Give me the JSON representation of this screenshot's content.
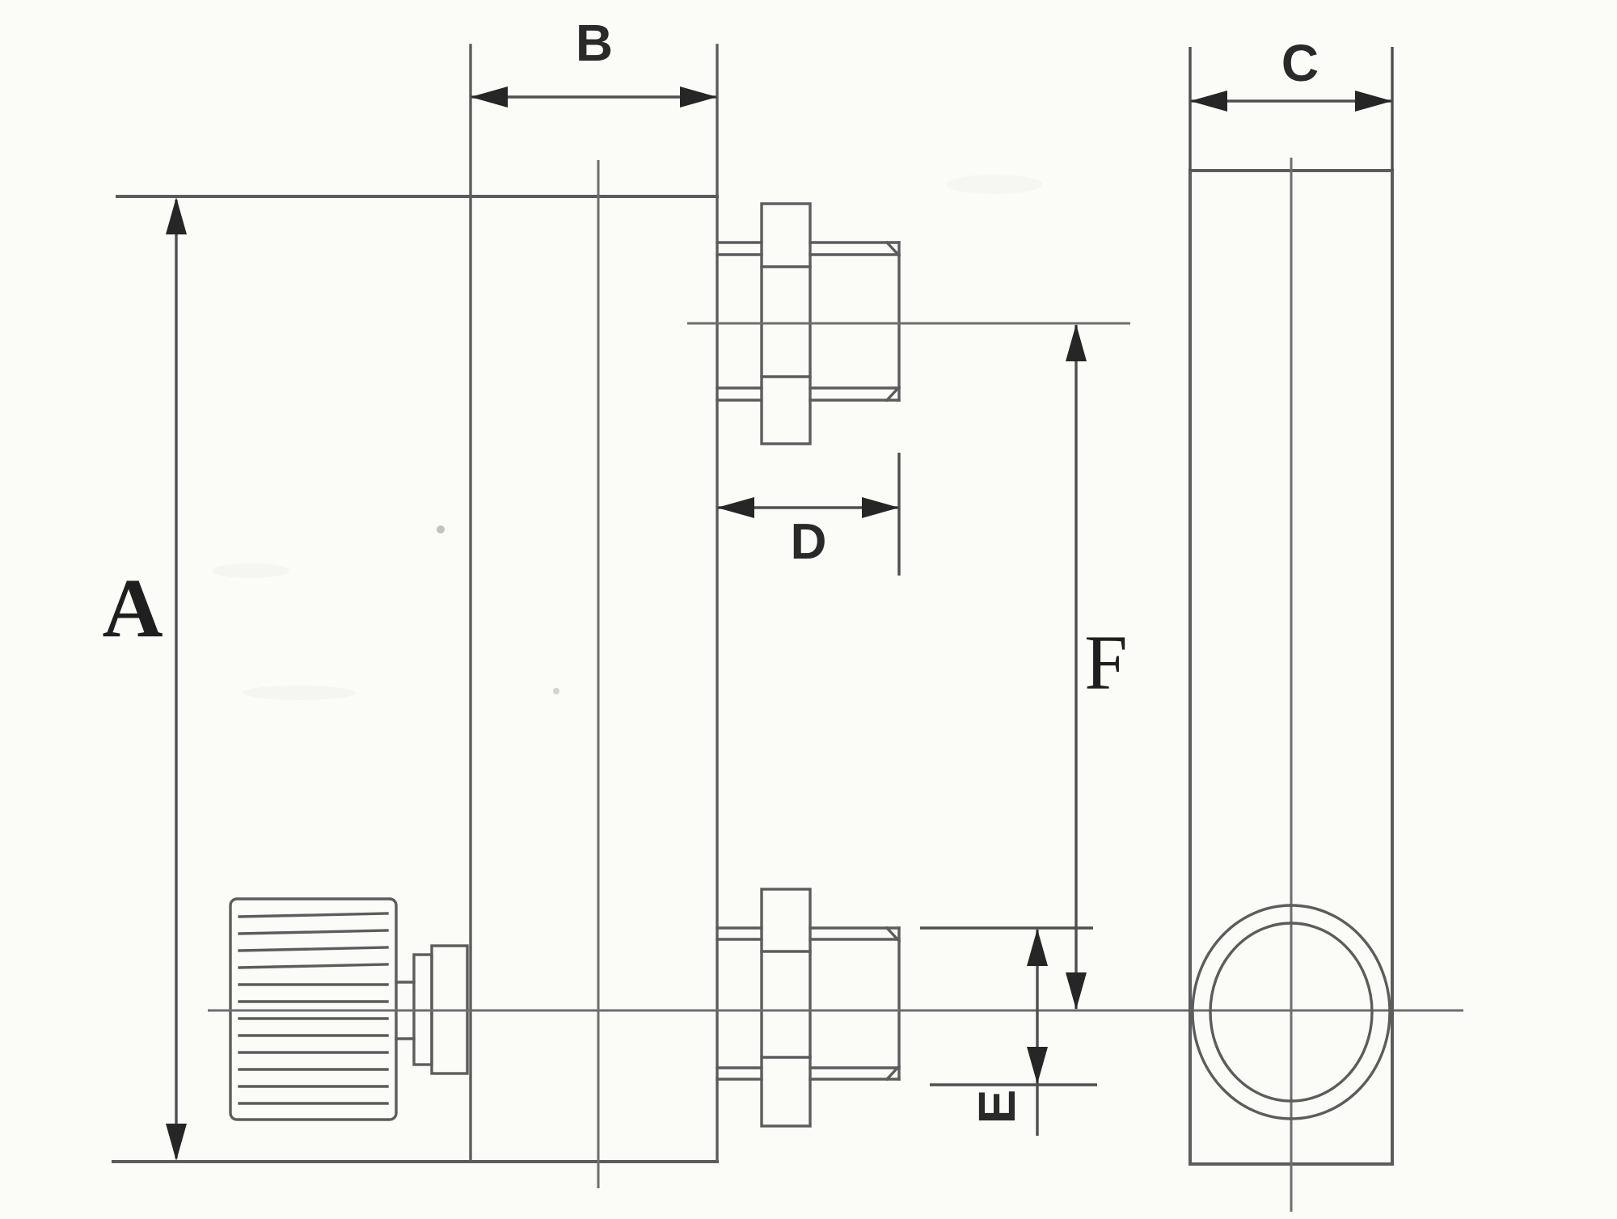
{
  "diagram": {
    "kind": "engineering-dimension-drawing",
    "dimensions": {
      "A": "A",
      "B": "B",
      "C": "C",
      "D": "D",
      "E": "E",
      "F": "F"
    },
    "colors": {
      "background": "#fbfbf8",
      "line": "#5c5c5c",
      "centerline": "#6e6e6e",
      "dimension_line": "#4f4f4f",
      "arrowhead": "#262626",
      "label_text": "#1f1f1f"
    }
  }
}
